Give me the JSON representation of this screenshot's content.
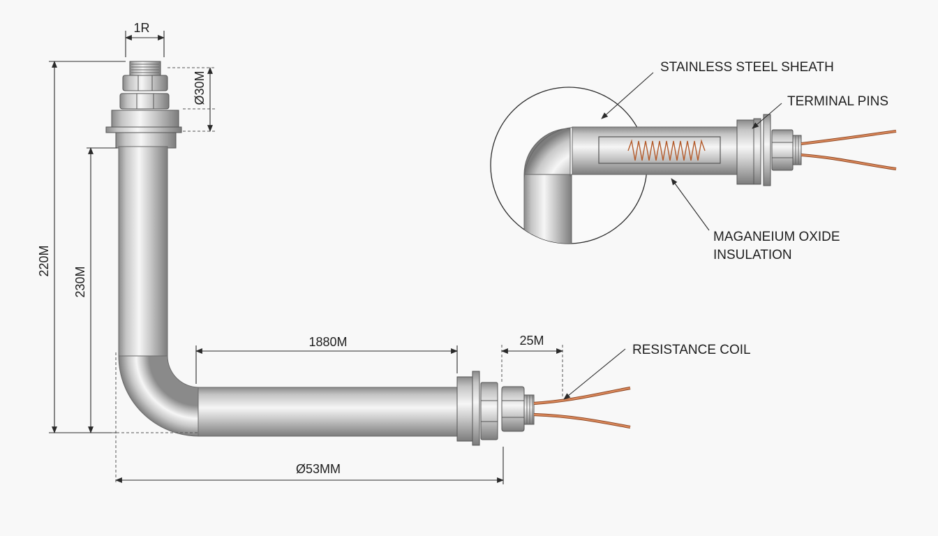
{
  "dimensions": {
    "top_thread_width": "1R",
    "fitting_diameter": "Ø30M",
    "overall_height": "220M",
    "vertical_tube_height": "230M",
    "horizontal_length": "1880M",
    "fitting_length": "25M",
    "overall_length": "Ø53MM"
  },
  "callouts": {
    "sheath": "STAINLESS STEEL SHEATH",
    "terminal_pins": "TERMINAL PINS",
    "insulation_line1": "MAGANEIUM OXIDE",
    "insulation_line2": "INSULATION",
    "coil": "RESISTANCE COIL"
  },
  "colors": {
    "steel_light": "#f4f4f4",
    "steel_mid": "#c2c2c2",
    "steel_dark": "#7a7a7a",
    "copper_wire": "#c87448",
    "coil": "#b35a2a",
    "line": "#2a2a2a"
  }
}
